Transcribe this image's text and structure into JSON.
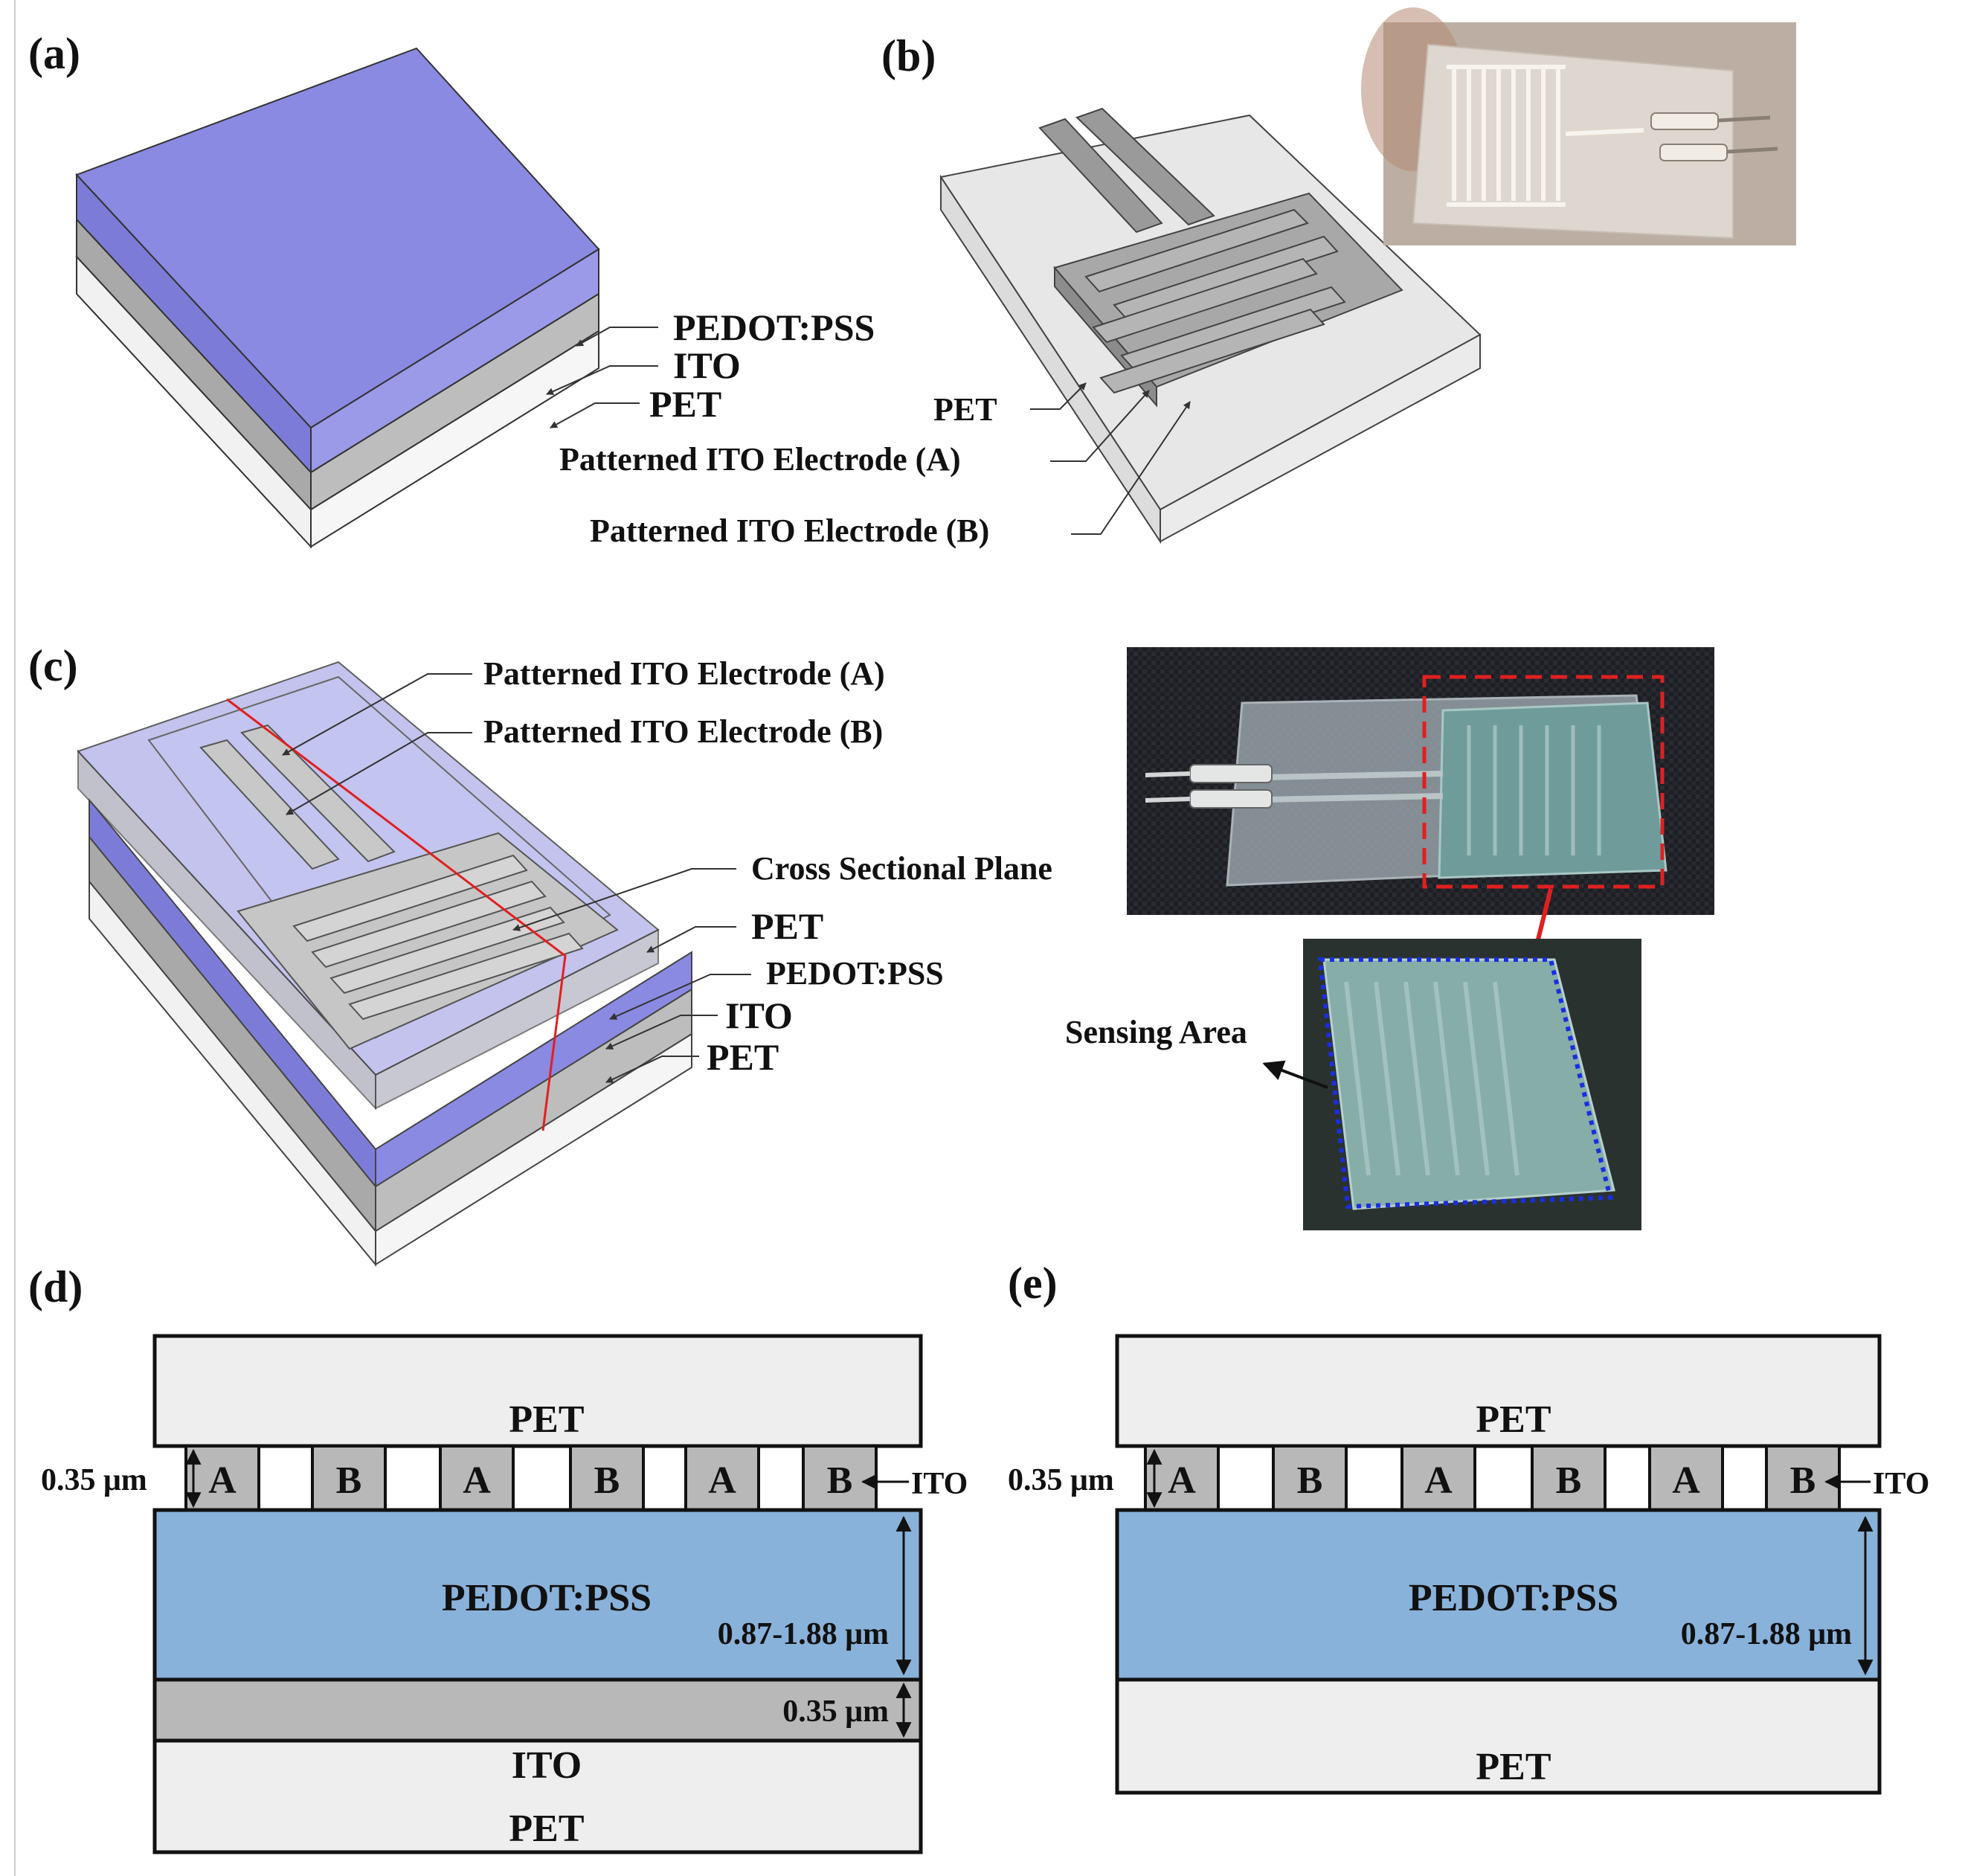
{
  "colors": {
    "pedot_3d": "#8a8ae2",
    "pedot_cross": "#89b2da",
    "ito": "#b8b8b8",
    "pet": "#eeeeee",
    "cut_line": "#e02020",
    "sensing_outline": "#1a2ee0"
  },
  "panels": {
    "a": {
      "label": "(a)",
      "callouts": [
        "PEDOT:PSS",
        "ITO",
        "PET"
      ]
    },
    "b": {
      "label": "(b)",
      "callouts": [
        "PET",
        "Patterned ITO Electrode (A)",
        "Patterned ITO Electrode (B)"
      ],
      "photo": "photo of transparent PET film with interdigitated ITO electrode and two metal connector pins"
    },
    "c": {
      "label": "(c)",
      "callouts": [
        "Patterned ITO Electrode (A)",
        "Patterned ITO Electrode (B)",
        "Cross Sectional Plane",
        "PET",
        "PEDOT:PSS",
        "ITO",
        "PET"
      ],
      "sensing_area": "Sensing Area"
    },
    "d": {
      "label": "(d)",
      "top_layer": "PET",
      "electrodes": [
        "A",
        "B",
        "A",
        "B",
        "A",
        "B"
      ],
      "ito_thickness": "0.35 μm",
      "ito_arrow": "ITO",
      "middle_layer": "PEDOT:PSS",
      "middle_thickness": "0.87-1.88 μm",
      "lower_ito_thickness": "0.35 μm",
      "lower_ito_label": "ITO",
      "bottom_layer": "PET"
    },
    "e": {
      "label": "(e)",
      "top_layer": "PET",
      "electrodes": [
        "A",
        "B",
        "A",
        "B",
        "A",
        "B"
      ],
      "ito_thickness": "0.35 μm",
      "ito_arrow": "ITO",
      "middle_layer": "PEDOT:PSS",
      "middle_thickness": "0.87-1.88 μm",
      "bottom_layer": "PET"
    }
  }
}
